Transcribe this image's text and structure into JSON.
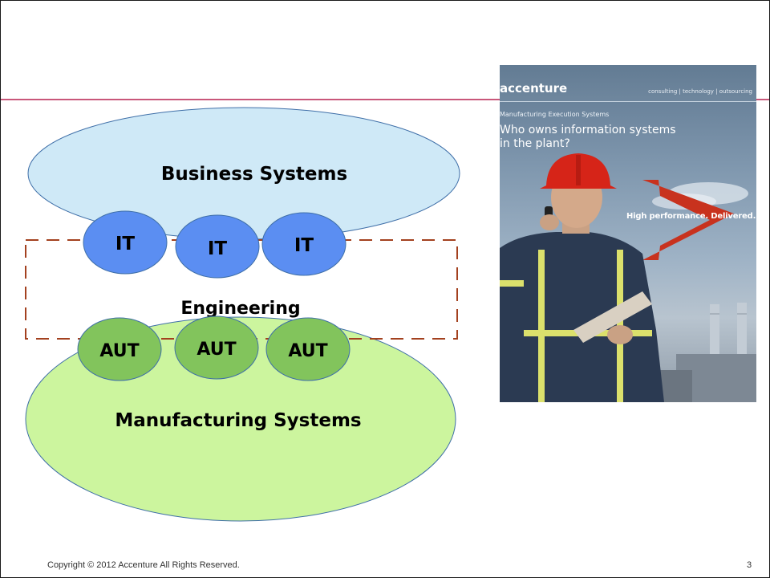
{
  "diagram": {
    "business_label": "Business Systems",
    "it_labels": [
      "IT",
      "IT",
      "IT"
    ],
    "engineering_label": "Engineering",
    "aut_labels": [
      "AUT",
      "AUT",
      "AUT"
    ],
    "manufacturing_label": "Manufacturing Systems"
  },
  "cover": {
    "brand": "accenture",
    "tagline": "consulting | technology | outsourcing",
    "kicker": "Manufacturing Execution Systems",
    "headline": "Who owns information systems in the plant?",
    "slogan": "High performance. Delivered."
  },
  "footer": {
    "copyright": "Copyright © 2012 Accenture  All Rights Reserved.",
    "page_number": "3"
  },
  "colors": {
    "rule": "#c9577a",
    "business_fill": "#cfe9f7",
    "it_fill": "#5b8ef2",
    "manufacturing_fill": "#ccf59e",
    "aut_fill": "#82c45c",
    "dash": "#a3411f",
    "chevron": "#c8321e"
  }
}
